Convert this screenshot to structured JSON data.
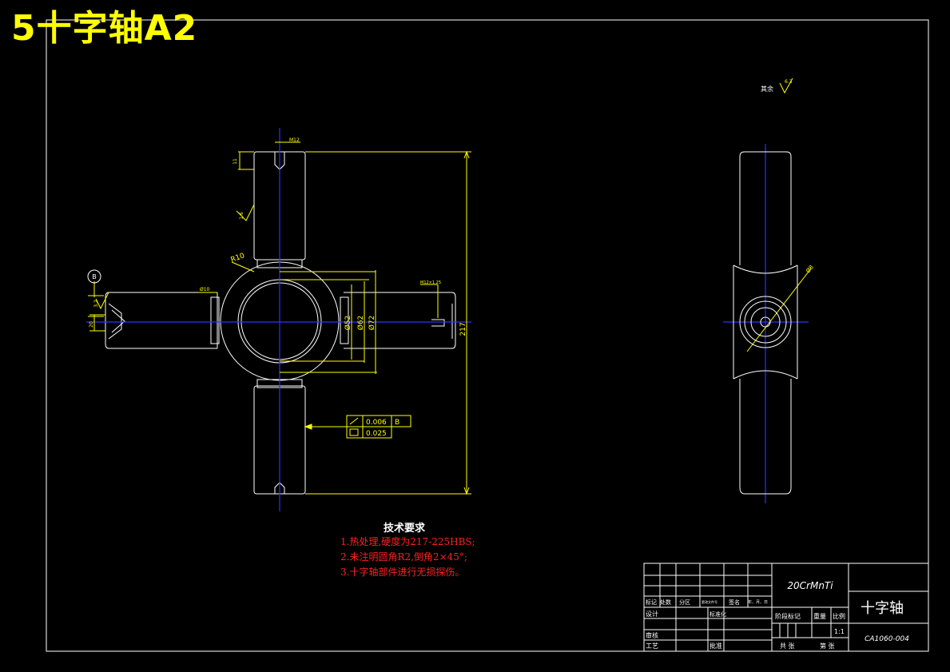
{
  "sheet_title": "5十字轴A2",
  "tech_requirements": {
    "title": "技术要求",
    "items": [
      "1.热处理,硬度为217-225HBS;",
      "2.未注明圆角R2,倒角2×45°;",
      "3.十字轴部件进行无损探伤。"
    ]
  },
  "dimensions": {
    "overall_height": "217",
    "dia_outer": "Ø72",
    "dia_mid": "Ø62",
    "dia_inner": "Ø52",
    "radius": "R10",
    "thread_top": "M12",
    "thread_right": "M12×1.25",
    "left_small": "Ø10",
    "left_len": "20",
    "top_len": "11",
    "side_view_dia": "Ø8",
    "datum": "B",
    "roughness_main": "1.6",
    "roughness_left": "3.2",
    "roughness_other": "6.3",
    "other_label": "其余"
  },
  "tolerance": {
    "runout": "0.006",
    "runout_datum": "B",
    "flatness": "0.025"
  },
  "title_block": {
    "material": "20CrMnTi",
    "part_name": "十字轴",
    "drawing_no": "CA1060-004",
    "scale": "1:1",
    "row_labels": [
      "标记",
      "处数",
      "分区",
      "更改文件号",
      "签名",
      "年、月、日"
    ],
    "design": "设计",
    "standardize": "标准化",
    "review": "审核",
    "process": "工艺",
    "approve": "批准",
    "stage_mark": "阶段标记",
    "weight": "重量",
    "ratio": "比例",
    "total_sheets": "共 张",
    "sheet_no": "第 张"
  }
}
